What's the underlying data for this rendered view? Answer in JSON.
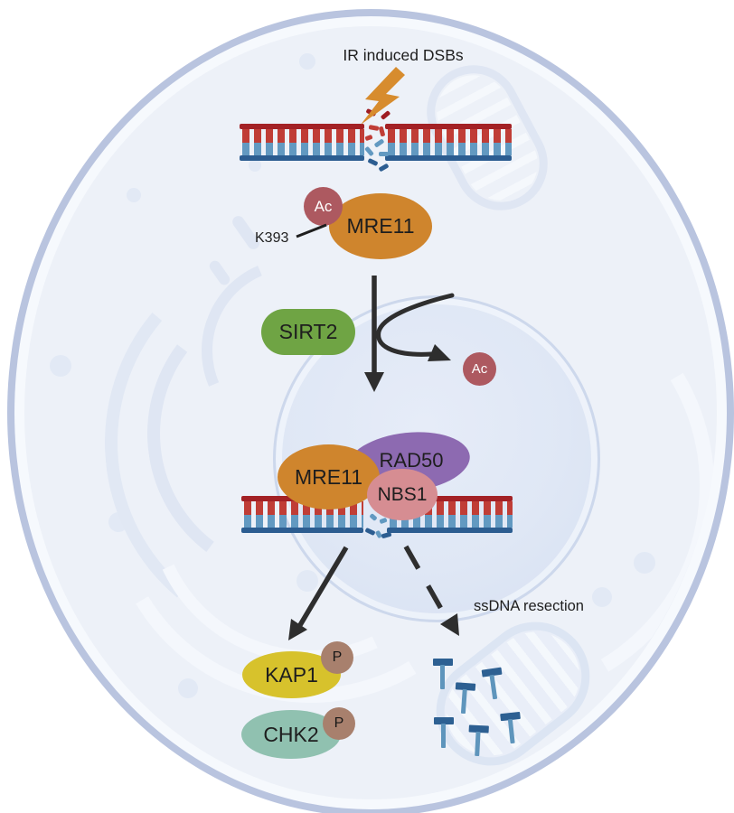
{
  "figure": {
    "title": "IR induced DSBs",
    "site_label": "K393",
    "acetyl_label": "Ac",
    "phospho_label": "P",
    "ssdna_label": "ssDNA resection",
    "proteins": {
      "mre11": "MRE11",
      "sirt2": "SIRT2",
      "rad50": "RAD50",
      "nbs1": "NBS1",
      "kap1": "KAP1",
      "chk2": "CHK2"
    },
    "colors": {
      "mre11": "#cf852d",
      "sirt2": "#6fa444",
      "rad50": "#8d6ab1",
      "nbs1": "#d68d92",
      "kap1": "#d7c22c",
      "chk2": "#90c1b0",
      "acetyl": "#ad5960",
      "phospho": "#a8806d",
      "dna_strand_top": "#a32125",
      "dna_strand_bottom": "#2c5d91",
      "dna_rung_top": "#c03d36",
      "dna_rung_bottom": "#6299c1",
      "lightning": "#d78c2e",
      "arrow": "#2e2e2e",
      "cell_membrane": "#b9c4df",
      "cytoplasm": "#edf1f8",
      "nucleus": "#dde5f3"
    }
  }
}
